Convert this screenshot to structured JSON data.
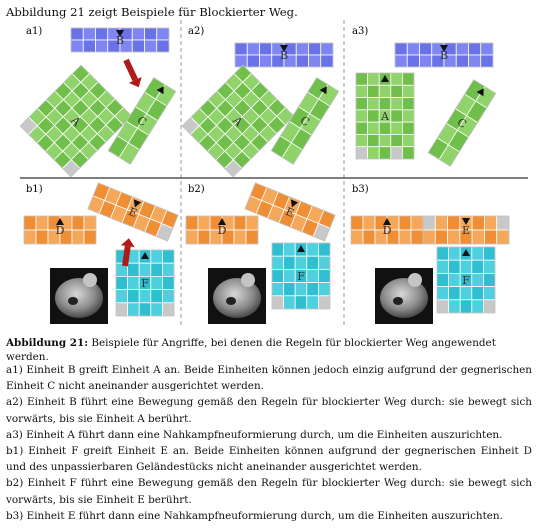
{
  "intro": "Abbildung 21 zeigt Beispiele für Blockierter Weg.",
  "panels": {
    "a1": "a1)",
    "a2": "a2)",
    "a3": "a3)",
    "b1": "b1)",
    "b2": "b2)",
    "b3": "b3)"
  },
  "units": {
    "A": "A",
    "B": "B",
    "C": "C",
    "D": "D",
    "E": "E",
    "F": "F"
  },
  "colors": {
    "blue": "#7f86f2",
    "green": "#8fd36a",
    "orange": "#f5a75a",
    "cyan": "#4fd0de",
    "grey": "#c8c8c8",
    "arrow": "#b01a1a"
  },
  "caption": {
    "label": "Abbildung 21:",
    "text": " Beispiele für Angriffe, bei denen die Regeln für blockierter Weg angewendet werden."
  },
  "descriptions": [
    "a1) Einheit B greift Einheit A an. Beide Einheiten können jedoch einzig aufgrund der gegnerischen Einheit C nicht aneinander ausgerichtet werden.",
    "a2) Einheit B führt eine Bewegung gemäß den Regeln für blockierter Weg durch: sie bewegt sich vorwärts, bis sie Einheit A berührt.",
    "a3) Einheit A führt dann eine Nahkampfneuformierung durch, um die Einheiten auszurichten.",
    "b1) Einheit F greift Einheit E an. Beide Einheiten können aufgrund der gegnerischen Einheit D und des unpassierbaren Geländestücks nicht aneinander ausgerichtet werden.",
    "b2) Einheit F führt eine Bewegung gemäß den Regeln für blockierter Weg durch: sie bewegt sich vorwärts, bis sie Einheit E berührt.",
    "b3) Einheit E führt dann eine Nahkampfneuformierung durch, um die Einheiten auszurichten."
  ]
}
